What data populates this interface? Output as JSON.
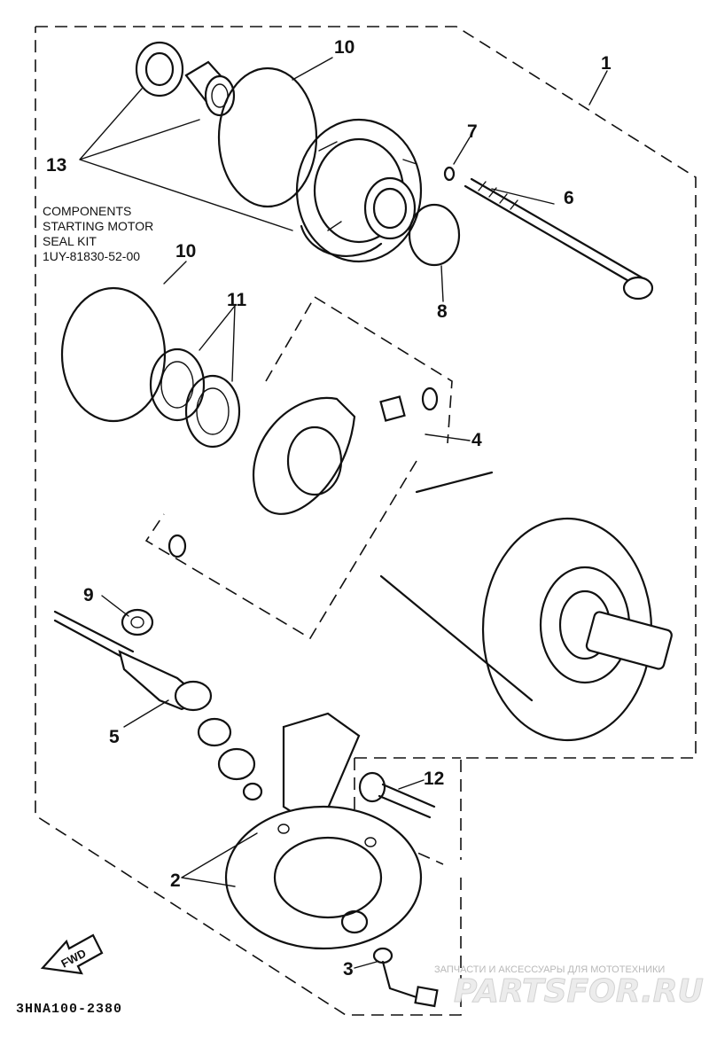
{
  "diagram": {
    "callouts": {
      "p1": "1",
      "p2": "2",
      "p3": "3",
      "p4": "4",
      "p5": "5",
      "p6": "6",
      "p7": "7",
      "p8": "8",
      "p9": "9",
      "p10a": "10",
      "p10b": "10",
      "p11": "11",
      "p12": "12",
      "p13": "13"
    },
    "kit_note": {
      "line1": "COMPONENTS",
      "line2": "STARTING MOTOR",
      "line3": "SEAL KIT",
      "line4": "1UY-81830-52-00"
    },
    "diagram_code": "3HNA100-2380",
    "fwd_label": "FWD",
    "watermark": {
      "tagline": "ЗАПЧАСТИ И АКСЕССУАРЫ ДЛЯ МОТОТЕХНИКИ",
      "brand": "PARTSFOR.RU"
    }
  }
}
